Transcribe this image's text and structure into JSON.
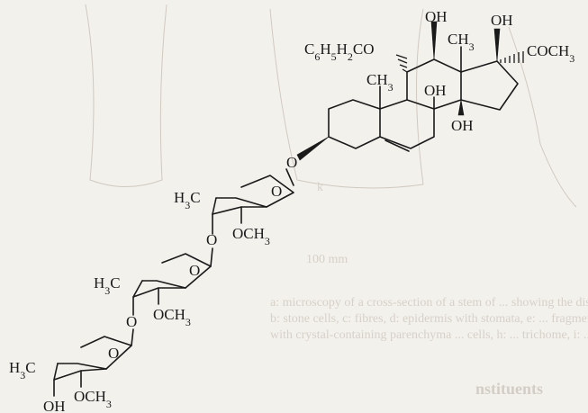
{
  "figure": {
    "label_benzyl": "C6H5H2CO",
    "label_oh_top_a": "OH",
    "label_oh_top_b": "OH",
    "label_ch3_13": "CH3",
    "label_coch3": "COCH3",
    "label_ch3_10": "CH3",
    "label_oh_14": "OH",
    "label_oh_8": "OH",
    "label_o_glyc": "O",
    "sugar1": {
      "label_h3c": "H3C",
      "label_o_ring": "O",
      "label_och3": "OCH3",
      "label_o_link": "O"
    },
    "sugar2": {
      "label_h3c": "H3C",
      "label_o_ring": "O",
      "label_och3": "OCH3",
      "label_o_link": "O"
    },
    "sugar3": {
      "label_h3c": "H3C",
      "label_o_ring": "O",
      "label_och3": "OCH3",
      "label_oh": "OH"
    }
  },
  "background_text": {
    "line1": "a: microscopy of a cross-section of a stem of ... showing the distribution of ... (arrow)",
    "line2": "b: stone cells, c: fibres, d: epidermis with stomata, e: ... fragment, f: ... fibres",
    "line3": "with crystal-containing parenchyma ... cells, h: ... trichome, i: ... vessel",
    "heading": "nstituents",
    "scale": "100 mm",
    "caption_small": "k"
  }
}
